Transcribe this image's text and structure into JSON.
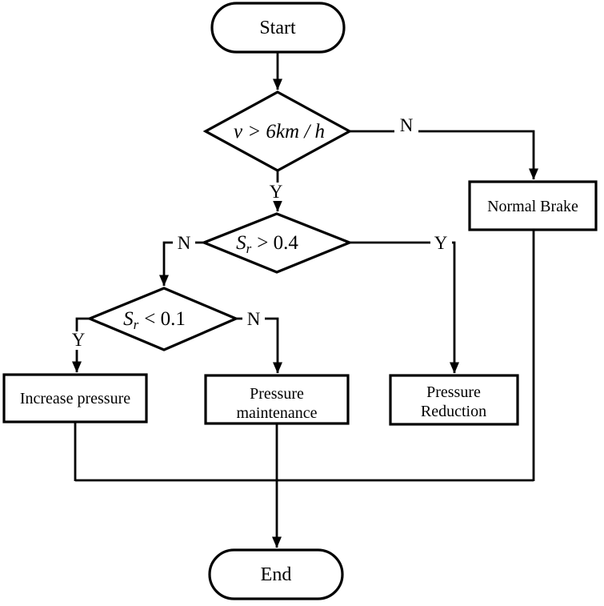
{
  "diagram_type": "flowchart",
  "colors": {
    "background": "#ffffff",
    "shape_fill": "#ffffff",
    "line_stroke": "#000000",
    "text": "#000000"
  },
  "nodes": {
    "start": {
      "type": "terminator",
      "label": "Start"
    },
    "decision_speed": {
      "type": "decision",
      "expression": "v > 6km / h"
    },
    "normal_brake": {
      "type": "process",
      "label": "Normal Brake"
    },
    "decision_slip_high": {
      "type": "decision",
      "variable": "S",
      "subscript": "r",
      "comparison": "> 0.4"
    },
    "decision_slip_low": {
      "type": "decision",
      "variable": "S",
      "subscript": "r",
      "comparison": "< 0.1"
    },
    "increase_pressure": {
      "type": "process",
      "label": "Increase pressure"
    },
    "pressure_maintenance": {
      "type": "process",
      "line1": "Pressure",
      "line2": "maintenance"
    },
    "pressure_reduction": {
      "type": "process",
      "line1": "Pressure",
      "line2": "Reduction"
    },
    "end": {
      "type": "terminator",
      "label": "End"
    }
  },
  "edge_labels": {
    "speed_no": "N",
    "speed_yes": "Y",
    "slip_high_no": "N",
    "slip_high_yes": "Y",
    "slip_low_yes": "Y",
    "slip_low_no": "N"
  }
}
